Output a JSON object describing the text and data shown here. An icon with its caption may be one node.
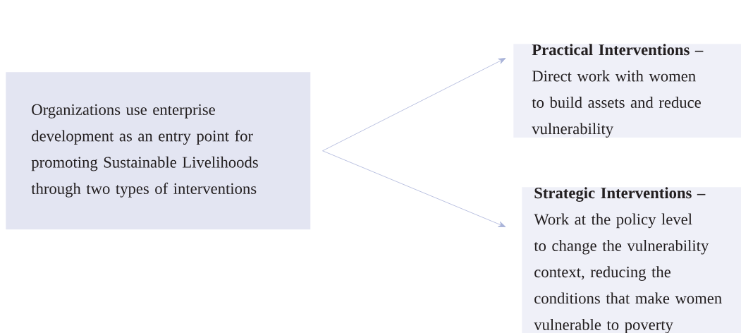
{
  "diagram": {
    "nodes": [
      {
        "text": [
          "Organizations use enterprise development as an entry point for promoting Sustainable Livelihoods through two types of interventions"
        ]
      },
      {
        "text": [
          "Practical Interventions –",
          "Direct work with women to build assets and reduce vulnerability"
        ]
      },
      {
        "text": [
          "Strategic Interventions –",
          "Work at the policy level to change the vulnerability context, reducing the conditions that make women vulnerable to poverty"
        ]
      }
    ],
    "edges": [
      {
        "from": 0,
        "to": 1,
        "arrow": "to"
      },
      {
        "from": 0,
        "to": 2,
        "arrow": "to"
      }
    ]
  }
}
